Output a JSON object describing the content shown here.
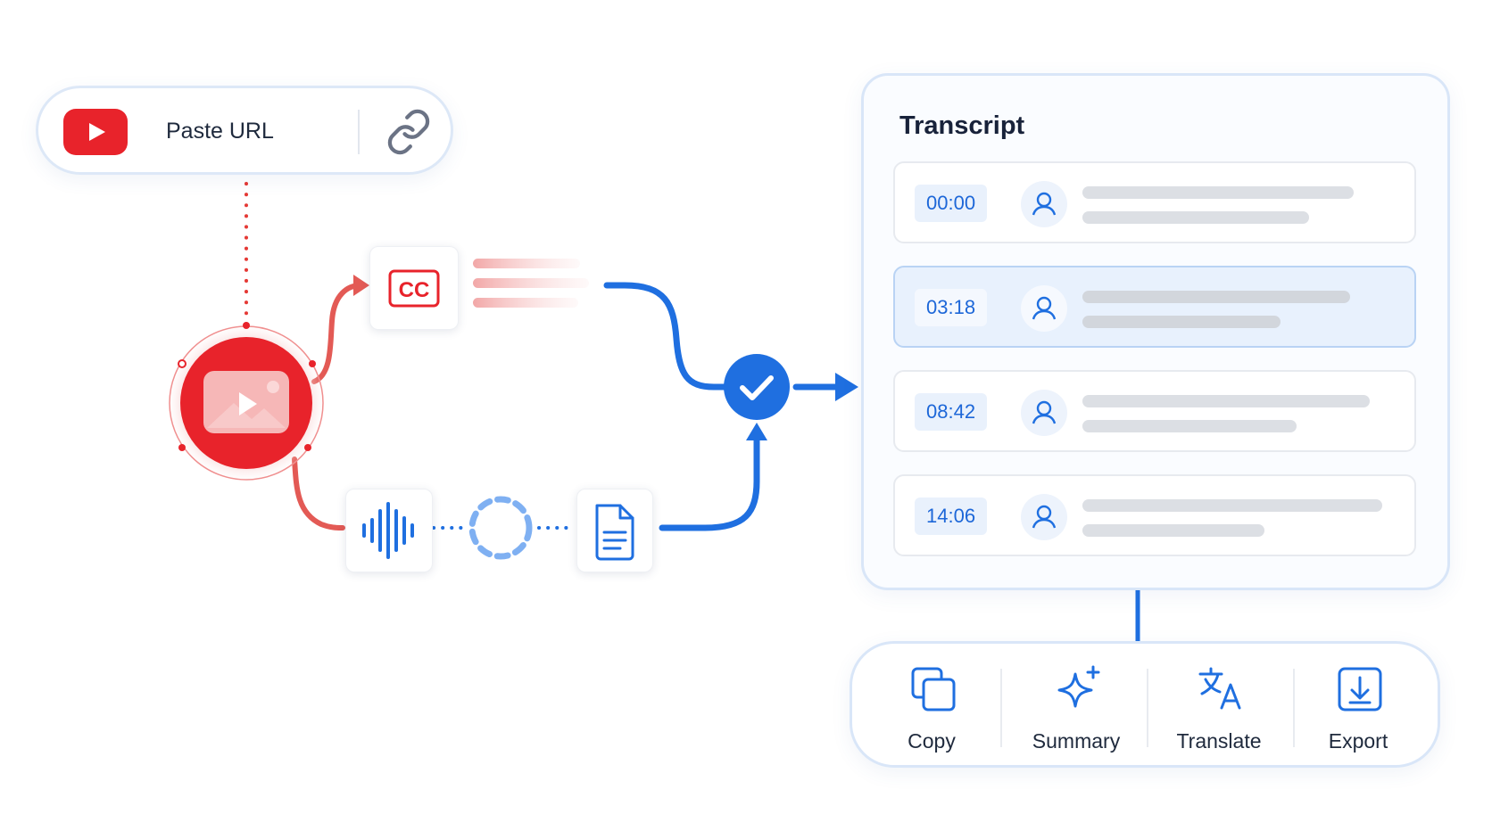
{
  "url_bar": {
    "label": "Paste URL",
    "logo_icon": "youtube-play-icon",
    "link_icon": "link-icon",
    "brand_color": "#e8232b"
  },
  "pipeline": {
    "source_icon": "video-image-icon",
    "captions_icon": "cc-icon",
    "audio_icon": "audio-waveform-icon",
    "processing_icon": "loading-spinner-icon",
    "document_icon": "document-icon",
    "merge_icon": "check-circle-icon",
    "accent_color": "#1f6fe0"
  },
  "transcript": {
    "title": "Transcript",
    "rows": [
      {
        "time": "00:00",
        "active": false
      },
      {
        "time": "03:18",
        "active": true
      },
      {
        "time": "08:42",
        "active": false
      },
      {
        "time": "14:06",
        "active": false
      }
    ]
  },
  "actions": [
    {
      "label": "Copy",
      "icon": "copy-icon"
    },
    {
      "label": "Summary",
      "icon": "sparkle-icon"
    },
    {
      "label": "Translate",
      "icon": "translate-icon"
    },
    {
      "label": "Export",
      "icon": "download-icon"
    }
  ]
}
